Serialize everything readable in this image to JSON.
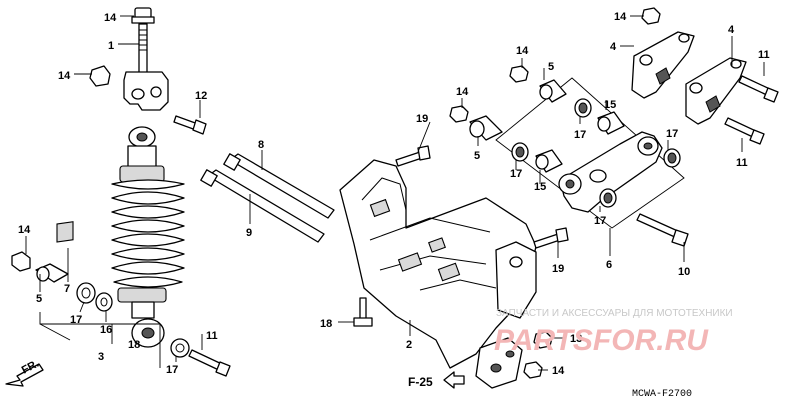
{
  "callouts": {
    "c1": "1",
    "c2": "2",
    "c3": "3",
    "c4a": "4",
    "c4b": "4",
    "c5a": "5",
    "c5b": "5",
    "c5c": "5",
    "c6": "6",
    "c7": "7",
    "c8": "8",
    "c9": "9",
    "c10": "10",
    "c11a": "11",
    "c11b": "11",
    "c11c": "11",
    "c12": "12",
    "c13": "13",
    "c14a": "14",
    "c14b": "14",
    "c14c": "14",
    "c14d": "14",
    "c14e": "14",
    "c14f": "14",
    "c14g": "14",
    "c15a": "15",
    "c15b": "15",
    "c16": "16",
    "c17a": "17",
    "c17b": "17",
    "c17c": "17",
    "c17d": "17",
    "c17e": "17",
    "c17f": "17",
    "c18a": "18",
    "c18b": "18",
    "c19a": "19",
    "c19b": "19"
  },
  "direction": {
    "front": "FR.",
    "ref": "F-25"
  },
  "diagram_code": "MCWA-F2700",
  "watermark": {
    "tagline": "ЗАПЧАСТИ И АКСЕССУАРЫ ДЛЯ МОТОТЕХНИКИ",
    "logo": "PARTSFOR.RU"
  },
  "colors": {
    "line": "#000000",
    "watermark_logo": "#f3b6b6",
    "watermark_text": "#c8c8c8"
  }
}
